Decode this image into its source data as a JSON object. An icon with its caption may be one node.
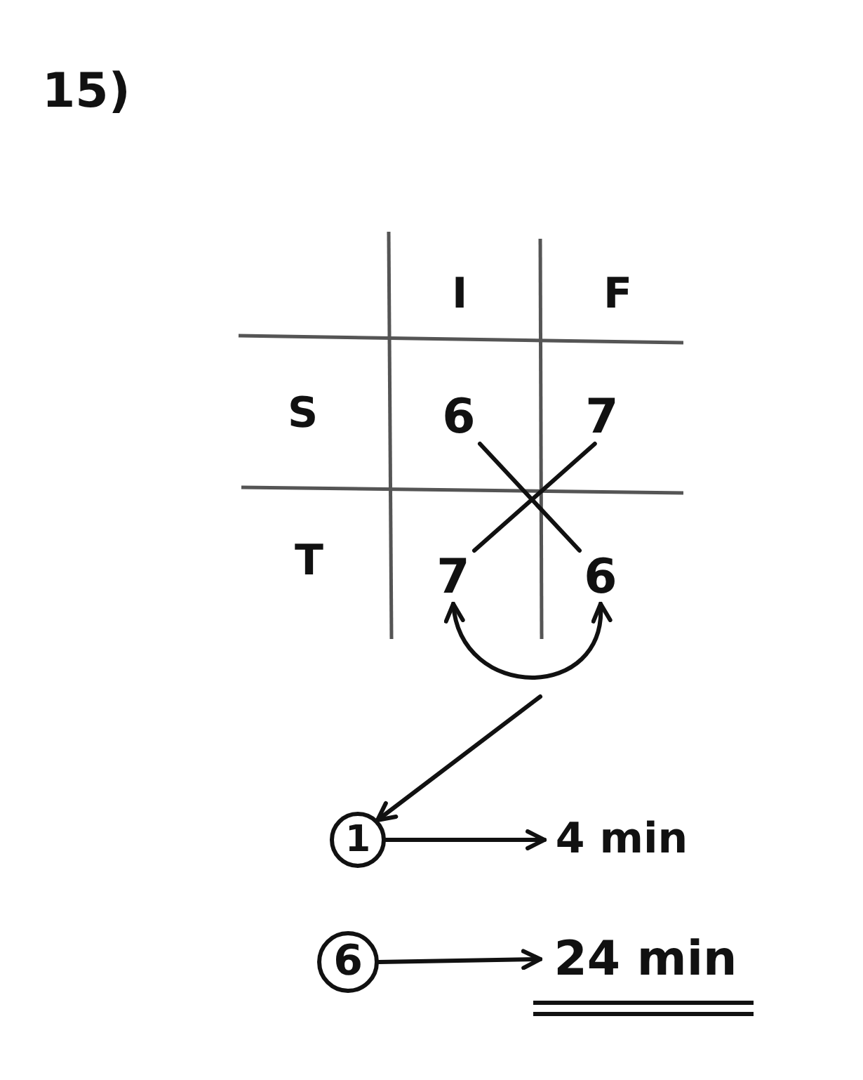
{
  "diagram": {
    "title": "15)",
    "nodes": [
      {
        "text": [
          "6"
        ]
      },
      {
        "text": [
          "7"
        ]
      },
      {
        "text": [
          "7"
        ]
      },
      {
        "text": [
          "6"
        ]
      },
      {
        "text": [
          "1"
        ]
      },
      {
        "text": [
          "4 min"
        ]
      },
      {
        "text": [
          "6"
        ]
      },
      {
        "text": [
          "24 min"
        ]
      }
    ],
    "edges": [
      {
        "from": 0,
        "to": 3,
        "arrow": "none"
      },
      {
        "from": 1,
        "to": 2,
        "arrow": "none"
      },
      {
        "from": 2,
        "to": 3,
        "arrow": "both"
      },
      {
        "from": null,
        "to": 4,
        "arrow": "to"
      },
      {
        "from": 4,
        "to": 5,
        "arrow": "to"
      },
      {
        "from": 6,
        "to": 7,
        "arrow": "to"
      }
    ],
    "labels": [
      "I",
      "F",
      "S",
      "T"
    ]
  }
}
